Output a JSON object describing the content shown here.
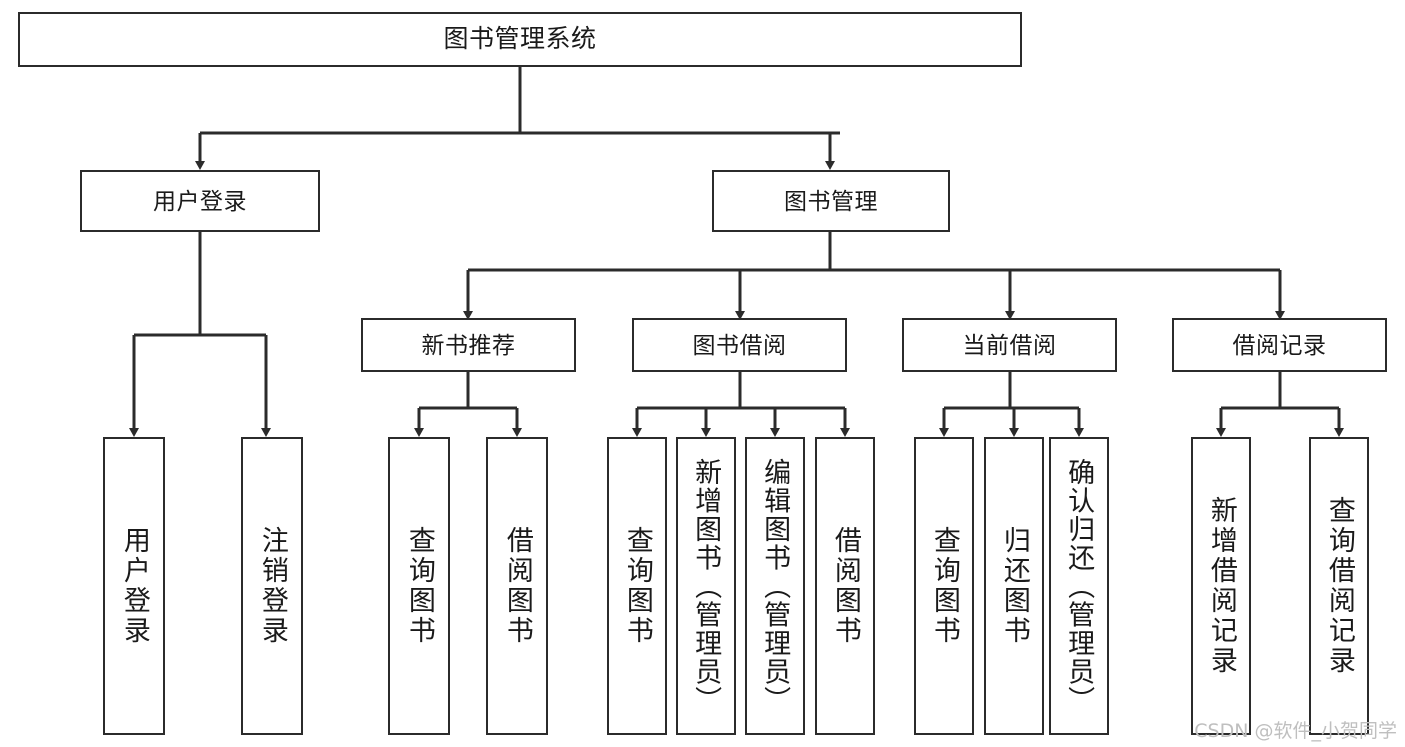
{
  "diagram": {
    "title": "图书管理系统",
    "watermark": "CSDN @软件_小贺同学",
    "stroke_color": "#2b2b2b",
    "fill_color": "#ffffff",
    "text_color": "#1a1a1a",
    "watermark_color": "#bfbfbf",
    "type": "tree-hierarchy-diagram"
  },
  "nodes": {
    "root": {
      "label": "图书管理系统",
      "level": 1
    },
    "level2": [
      {
        "label": "用户登录",
        "level": 2
      },
      {
        "label": "图书管理",
        "level": 2
      }
    ],
    "level3": [
      {
        "label": "新书推荐",
        "level": 3,
        "parent": "图书管理"
      },
      {
        "label": "图书借阅",
        "level": 3,
        "parent": "图书管理"
      },
      {
        "label": "当前借阅",
        "level": 3,
        "parent": "图书管理"
      },
      {
        "label": "借阅记录",
        "level": 3,
        "parent": "图书管理"
      }
    ],
    "leaves": [
      {
        "label": "用户登录",
        "parent": "用户登录",
        "tall": false
      },
      {
        "label": "注销登录",
        "parent": "用户登录",
        "tall": false
      },
      {
        "label": "查询图书",
        "parent": "新书推荐",
        "tall": false
      },
      {
        "label": "借阅图书",
        "parent": "新书推荐",
        "tall": false
      },
      {
        "label": "查询图书",
        "parent": "图书借阅",
        "tall": false
      },
      {
        "label": "新增图书（管理员）",
        "parent": "图书借阅",
        "tall": true
      },
      {
        "label": "编辑图书（管理员）",
        "parent": "图书借阅",
        "tall": true
      },
      {
        "label": "借阅图书",
        "parent": "图书借阅",
        "tall": false
      },
      {
        "label": "查询图书",
        "parent": "当前借阅",
        "tall": false
      },
      {
        "label": "归还图书",
        "parent": "当前借阅",
        "tall": false
      },
      {
        "label": "确认归还（管理员）",
        "parent": "当前借阅",
        "tall": true
      },
      {
        "label": "新增借阅记录",
        "parent": "借阅记录",
        "tall": false
      },
      {
        "label": "查询借阅记录",
        "parent": "借阅记录",
        "tall": false
      }
    ]
  }
}
